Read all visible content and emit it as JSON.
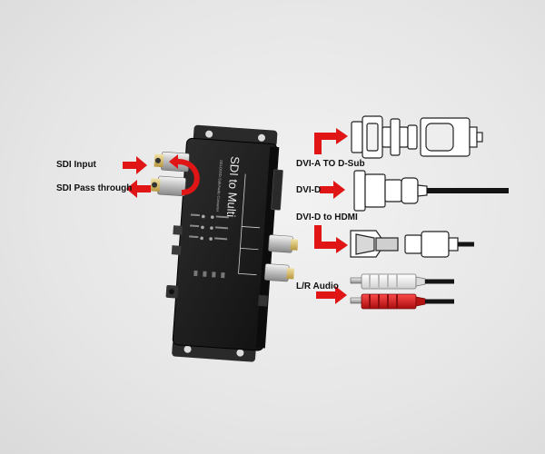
{
  "device": {
    "title": "SDI to Multi",
    "subtitle": "SDI-DVI/D-Sub/Audio Converter"
  },
  "left_labels": {
    "sdi_input": "SDI Input",
    "sdi_pass_through": "SDI Pass through"
  },
  "right_labels": {
    "dvi_a_to_dsub": "DVI-A TO D-Sub",
    "dvi_d": "DVI-D",
    "dvi_d_to_hdmi": "DVI-D to HDMI",
    "lr_audio": "L/R Audio"
  },
  "colors": {
    "arrow": "#e01515",
    "device_body": "#1f1f1f",
    "cable": "#141414",
    "audio_red": "#d51a1a"
  }
}
